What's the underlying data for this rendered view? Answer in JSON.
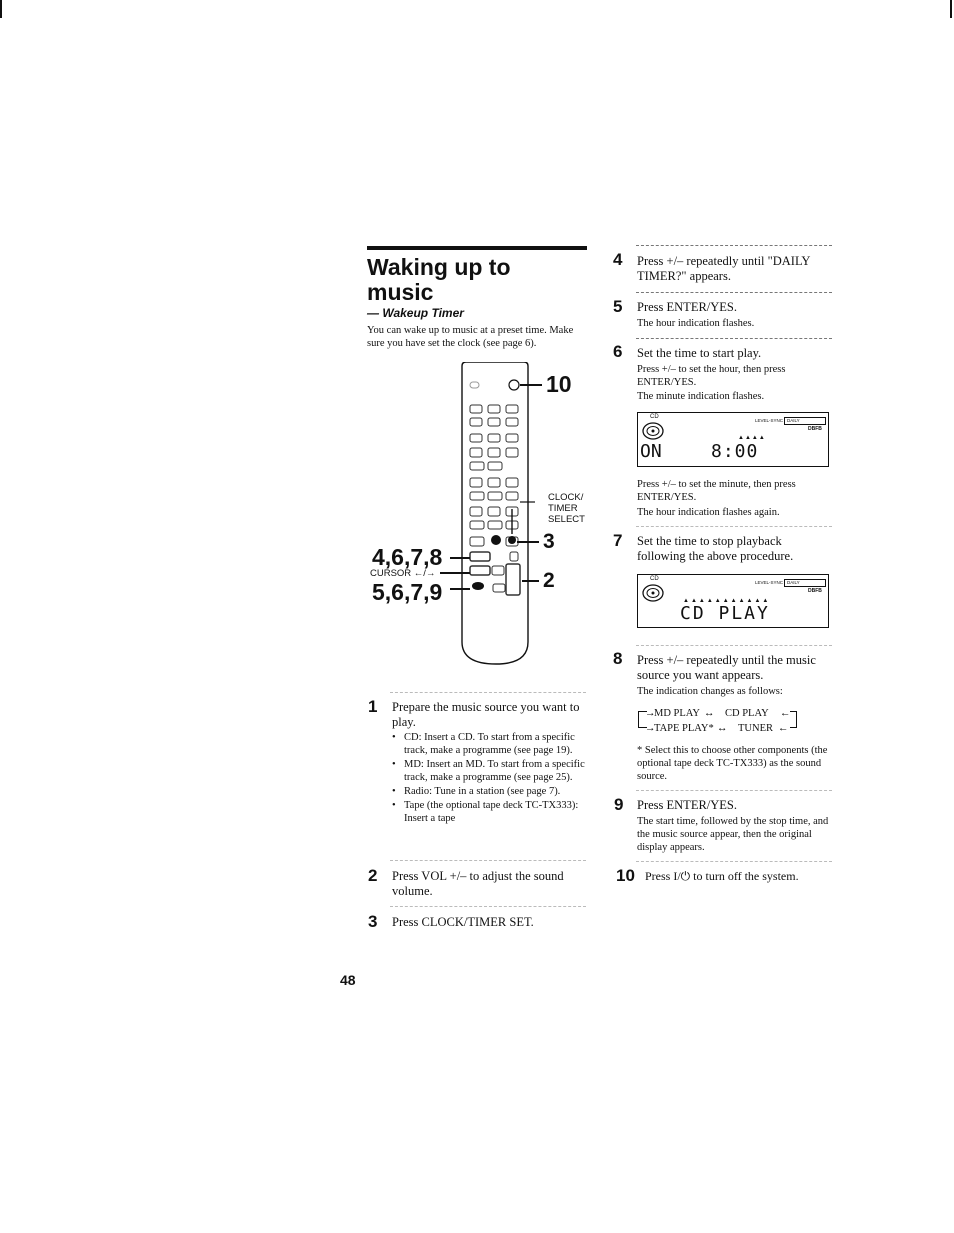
{
  "page": {
    "title_line1": "Waking up to",
    "title_line2": "music",
    "subtitle": "— Wakeup Timer",
    "intro": "You can wake up to music at a preset time. Make sure you have set the clock (see page 6).",
    "page_number": "48"
  },
  "remote": {
    "label_10": "10",
    "label_3": "3",
    "label_2": "2",
    "label_4678": "4,6,7,8",
    "label_cursor": "CURSOR ←/→",
    "label_5679": "5,6,7,9",
    "label_clock_line1": "CLOCK/",
    "label_clock_line2": "TIMER",
    "label_clock_line3": "SELECT"
  },
  "steps_left": [
    {
      "num": "1",
      "text": "Prepare the music source you want to play.",
      "bullets": [
        "CD: Insert a CD. To start from a specific track, make a programme (see page 19).",
        "MD: Insert an MD. To start from a specific track, make a programme (see page 25).",
        "Radio: Tune in a station (see page 7).",
        "Tape (the optional tape deck TC-TX333): Insert a tape"
      ]
    },
    {
      "num": "2",
      "text": "Press VOL +/– to adjust the sound volume."
    },
    {
      "num": "3",
      "text": "Press CLOCK/TIMER SET."
    }
  ],
  "steps_right": {
    "s4": {
      "num": "4",
      "text": "Press +/– repeatedly until \"DAILY TIMER?\" appears."
    },
    "s5": {
      "num": "5",
      "text": "Press ENTER/YES.",
      "sub": "The hour indication flashes."
    },
    "s6": {
      "num": "6",
      "text": "Set the time to start play.",
      "sub1": "Press +/– to set the hour, then press ENTER/YES.",
      "sub2": "The minute indication flashes.",
      "sub3": "Press +/– to set the minute, then press ENTER/YES.",
      "sub4": "The hour indication flashes again."
    },
    "s7": {
      "num": "7",
      "text": "Set the time to stop playback following the above procedure."
    },
    "s8": {
      "num": "8",
      "text": "Press +/– repeatedly until the music source you want appears.",
      "sub": "The indication changes as follows:",
      "cycle_a1": "MD PLAY",
      "cycle_a2": "CD PLAY",
      "cycle_b1": "TAPE PLAY*",
      "cycle_b2": "TUNER",
      "note": "* Select this to choose other components (the optional tape deck TC-TX333) as the sound source."
    },
    "s9": {
      "num": "9",
      "text": "Press ENTER/YES.",
      "sub": "The start time, followed by the stop time, and the music source appear, then the original display appears."
    },
    "s10": {
      "num": "10",
      "text": "Press I/⏻ to turn off the system."
    }
  },
  "display1": {
    "cd_label": "CD",
    "level_sync": "LEVEL-SYNC",
    "daily": "DAILY",
    "dbfb": "DBFB",
    "left": "ON",
    "time": "8:00"
  },
  "display2": {
    "cd_label": "CD",
    "level_sync": "LEVEL-SYNC",
    "daily": "DAILY",
    "dbfb": "DBFB",
    "main": "CD PLAY"
  }
}
